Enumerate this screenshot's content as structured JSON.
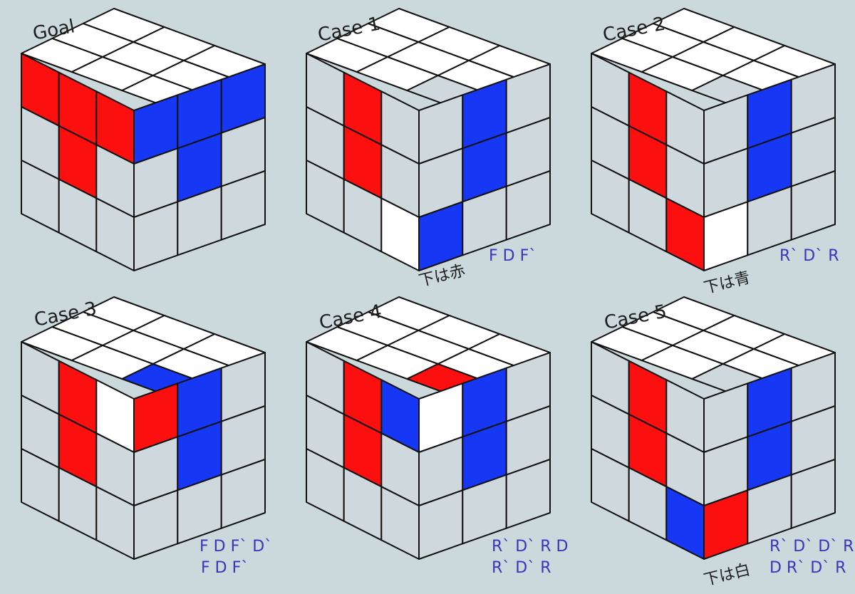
{
  "colors": {
    "white": "#ffffff",
    "grey": "#cfd8dc",
    "red": "#fb0f0f",
    "blue": "#1638f5",
    "edge": "#111111",
    "alg": "#3b35b8",
    "label": "#1e1e1e"
  },
  "cubes": [
    {
      "title": "Goal",
      "note": "",
      "alg": [],
      "top": [
        [
          "white",
          "white",
          "white"
        ],
        [
          "white",
          "white",
          "white"
        ],
        [
          "white",
          "white",
          "white"
        ]
      ],
      "left": [
        [
          "red",
          "red",
          "red"
        ],
        [
          "grey",
          "red",
          "grey"
        ],
        [
          "grey",
          "grey",
          "grey"
        ]
      ],
      "right": [
        [
          "blue",
          "blue",
          "blue"
        ],
        [
          "grey",
          "blue",
          "grey"
        ],
        [
          "grey",
          "grey",
          "grey"
        ]
      ]
    },
    {
      "title": "Case 1",
      "note": "下は赤",
      "alg": [
        "F D F`"
      ],
      "top": [
        [
          "white",
          "white",
          "white"
        ],
        [
          "white",
          "white",
          "white"
        ],
        [
          "white",
          "white",
          "grey"
        ]
      ],
      "left": [
        [
          "grey",
          "red",
          "grey"
        ],
        [
          "grey",
          "red",
          "grey"
        ],
        [
          "grey",
          "grey",
          "white"
        ]
      ],
      "right": [
        [
          "grey",
          "blue",
          "grey"
        ],
        [
          "grey",
          "blue",
          "grey"
        ],
        [
          "blue",
          "grey",
          "grey"
        ]
      ]
    },
    {
      "title": "Case 2",
      "note": "下は青",
      "alg": [
        "R` D` R"
      ],
      "top": [
        [
          "white",
          "white",
          "white"
        ],
        [
          "white",
          "white",
          "white"
        ],
        [
          "white",
          "white",
          "grey"
        ]
      ],
      "left": [
        [
          "grey",
          "red",
          "grey"
        ],
        [
          "grey",
          "red",
          "grey"
        ],
        [
          "grey",
          "grey",
          "red"
        ]
      ],
      "right": [
        [
          "grey",
          "blue",
          "grey"
        ],
        [
          "grey",
          "blue",
          "grey"
        ],
        [
          "white",
          "grey",
          "grey"
        ]
      ]
    },
    {
      "title": "Case 3",
      "note": "",
      "alg": [
        "F D F` D`",
        "F D F`"
      ],
      "top": [
        [
          "white",
          "white",
          "white"
        ],
        [
          "white",
          "white",
          "white"
        ],
        [
          "white",
          "white",
          "blue"
        ]
      ],
      "left": [
        [
          "grey",
          "red",
          "white"
        ],
        [
          "grey",
          "red",
          "grey"
        ],
        [
          "grey",
          "grey",
          "grey"
        ]
      ],
      "right": [
        [
          "red",
          "blue",
          "grey"
        ],
        [
          "grey",
          "blue",
          "grey"
        ],
        [
          "grey",
          "grey",
          "grey"
        ]
      ]
    },
    {
      "title": "Case 4",
      "note": "",
      "alg": [
        "R` D` R D",
        "R` D` R"
      ],
      "top": [
        [
          "white",
          "white",
          "white"
        ],
        [
          "white",
          "white",
          "white"
        ],
        [
          "white",
          "white",
          "red"
        ]
      ],
      "left": [
        [
          "grey",
          "red",
          "blue"
        ],
        [
          "grey",
          "red",
          "grey"
        ],
        [
          "grey",
          "grey",
          "grey"
        ]
      ],
      "right": [
        [
          "white",
          "blue",
          "grey"
        ],
        [
          "grey",
          "blue",
          "grey"
        ],
        [
          "grey",
          "grey",
          "grey"
        ]
      ]
    },
    {
      "title": "Case 5",
      "note": "下は白",
      "alg": [
        "R` D` D` R",
        "D R` D` R"
      ],
      "top": [
        [
          "white",
          "white",
          "white"
        ],
        [
          "white",
          "white",
          "white"
        ],
        [
          "white",
          "white",
          "grey"
        ]
      ],
      "left": [
        [
          "grey",
          "red",
          "grey"
        ],
        [
          "grey",
          "red",
          "grey"
        ],
        [
          "grey",
          "grey",
          "blue"
        ]
      ],
      "right": [
        [
          "grey",
          "blue",
          "grey"
        ],
        [
          "grey",
          "blue",
          "grey"
        ],
        [
          "red",
          "grey",
          "grey"
        ]
      ]
    }
  ]
}
